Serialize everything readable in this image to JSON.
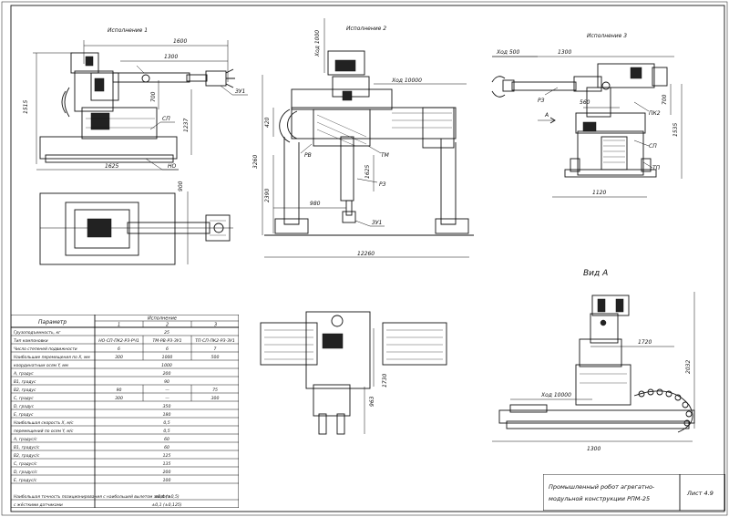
{
  "views": {
    "v1": {
      "title": "Исполнение 1",
      "dims": [
        "1600",
        "1300",
        "1515",
        "1237",
        "700",
        "1625",
        "900"
      ],
      "labels": [
        "ЗУ1",
        "СП",
        "НО"
      ]
    },
    "v2": {
      "title": "Исполнение 2",
      "dims": [
        "Ход 1000",
        "Ход 10000",
        "420",
        "3260",
        "2390",
        "980",
        "1625",
        "12260"
      ],
      "labels": [
        "РВ",
        "ТМ",
        "РЗ",
        "ЗУ1"
      ]
    },
    "v3": {
      "title": "Исполнение 3",
      "dims": [
        "Ход 500",
        "1300",
        "560",
        "700",
        "1535",
        "1120"
      ],
      "labels": [
        "РЗ",
        "ПК2",
        "СП",
        "ТП",
        "А"
      ]
    },
    "v4": {
      "title": "Вид А",
      "dims": [
        "1720",
        "2032",
        "Ход 10000",
        "1300"
      ]
    },
    "v5": {
      "dims": [
        "1730",
        "963"
      ]
    }
  },
  "table": {
    "col_param": "Параметр",
    "col_variant": "Исполнение",
    "variants": [
      "1",
      "2",
      "3"
    ],
    "rows": [
      {
        "p": "Грузоподъемность, кг",
        "v": [
          "",
          "25",
          ""
        ],
        "merged": true
      },
      {
        "p": "Тип компоновки",
        "v": [
          "НО-СП-ПК2-РЗ-РЧ1",
          "ТМ-РВ-РЗ-ЗУ1",
          "ТП-СП-ПК2-РЗ-ЗУ1"
        ]
      },
      {
        "p": "Число степеней подвижности",
        "v": [
          "6",
          "6",
          "7"
        ]
      },
      {
        "p": "Наибольшие перемещения по X, мм",
        "v": [
          "300",
          "1000",
          "500"
        ]
      },
      {
        "p": "координатным осям  Y, мм",
        "v": [
          "",
          "1000",
          ""
        ],
        "merged": true
      },
      {
        "p": "A, градус",
        "v": [
          "",
          "200",
          ""
        ],
        "merged": true
      },
      {
        "p": "B1, градус",
        "v": [
          "",
          "90",
          ""
        ],
        "merged": true
      },
      {
        "p": "B2, градус",
        "v": [
          "90",
          "—",
          "75"
        ]
      },
      {
        "p": "C, градус",
        "v": [
          "300",
          "—",
          "300"
        ]
      },
      {
        "p": "D, градус",
        "v": [
          "",
          "350",
          ""
        ],
        "merged": true
      },
      {
        "p": "E, градус",
        "v": [
          "",
          "180",
          ""
        ],
        "merged": true
      },
      {
        "p": "Наибольшая скорость X, м/с",
        "v": [
          "",
          "0,5",
          ""
        ],
        "merged": true
      },
      {
        "p": "перемещений по осям Y, м/с",
        "v": [
          "",
          "0,5",
          ""
        ],
        "merged": true
      },
      {
        "p": "A, градус/с",
        "v": [
          "",
          "60",
          ""
        ],
        "merged": true
      },
      {
        "p": "B1, градус/с",
        "v": [
          "",
          "60",
          ""
        ],
        "merged": true
      },
      {
        "p": "B2, градус/с",
        "v": [
          "",
          "125",
          ""
        ],
        "merged": true
      },
      {
        "p": "C, градус/с",
        "v": [
          "",
          "135",
          ""
        ],
        "merged": true
      },
      {
        "p": "D, градус/с",
        "v": [
          "",
          "200",
          ""
        ],
        "merged": true
      },
      {
        "p": "E, градус/с",
        "v": [
          "",
          "100",
          ""
        ],
        "merged": true
      },
      {
        "p": "Наибольшая точность позиционирования с наибольшей вылетом захвата",
        "v": [
          "",
          "±0,4 (±0,5)",
          ""
        ],
        "merged": true,
        "tall": true
      },
      {
        "p": "с жёсткими датчиками",
        "v": [
          "",
          "±0,1 (±0,125)",
          ""
        ],
        "merged": true
      }
    ]
  },
  "title_block": {
    "name_line1": "Промышленный робот агрегатно-",
    "name_line2": "модульной конструкции  РПМ-25",
    "sheet": "Лист 4.9"
  }
}
